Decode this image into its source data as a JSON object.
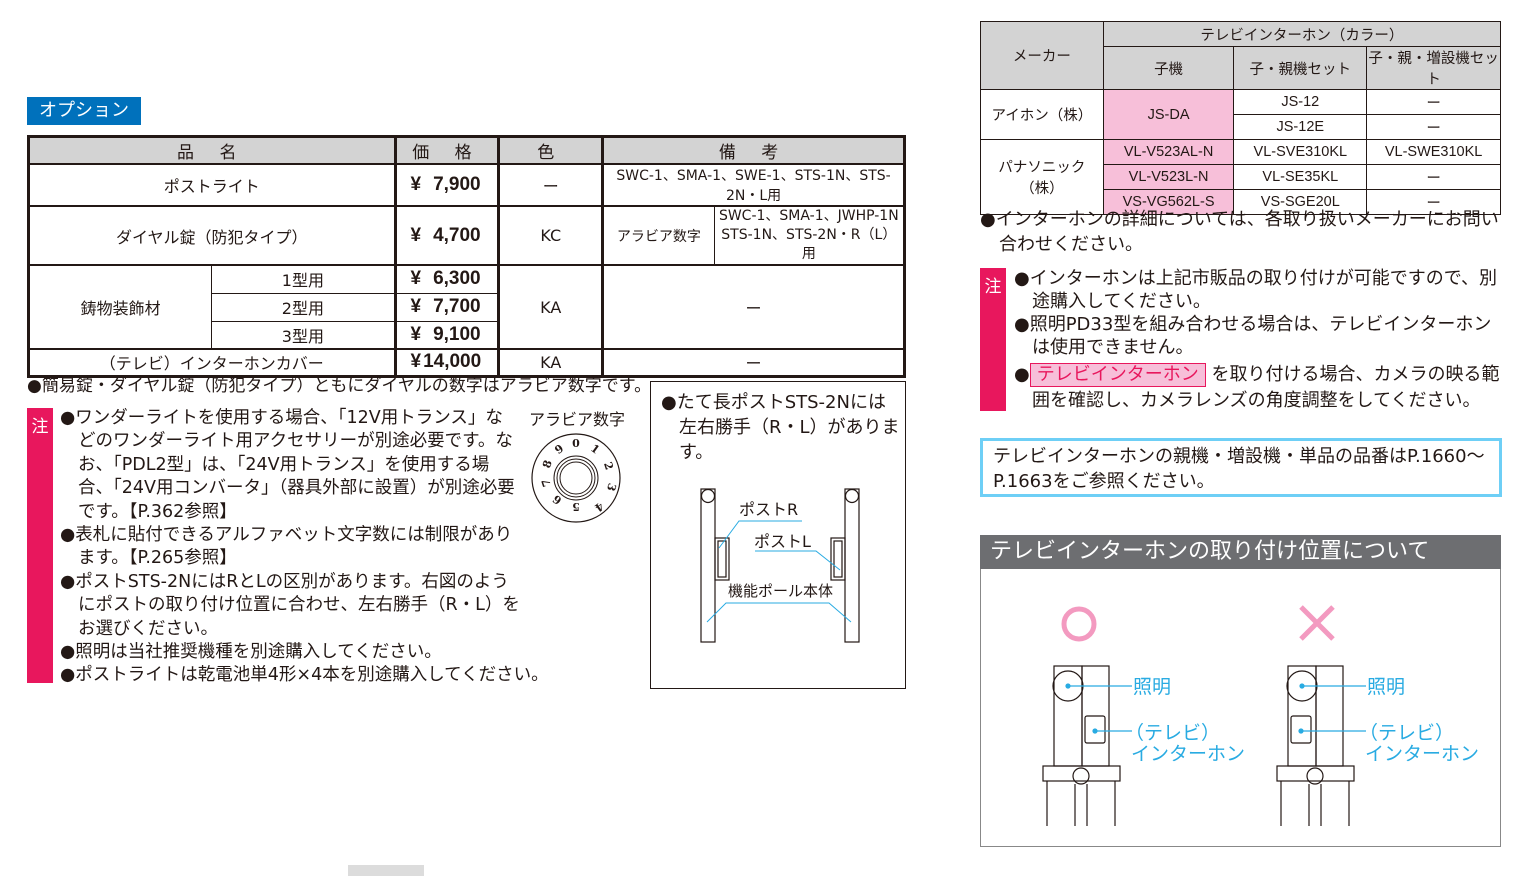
{
  "options": {
    "badge": "オプション",
    "table": {
      "headers": {
        "name": "品 名",
        "price": "価 格",
        "color": "色",
        "remarks": "備 考"
      },
      "rows": [
        {
          "name": "ポストライト",
          "yen": "¥",
          "price": "7,900",
          "color": "ー",
          "remarks": "SWC-1、SMA-1、SWE-1、STS-1N、STS-2N・L用"
        },
        {
          "name": "ダイヤル錠（防犯タイプ）",
          "yen": "¥",
          "price": "4,700",
          "color": "KC",
          "remarks_label": "アラビア数字",
          "remarks_line1": "SWC-1、SMA-1、JWHP-1N",
          "remarks_line2": "STS-1N、STS-2N・R（L）用"
        },
        {
          "name": "鋳物装飾材",
          "variants": [
            {
              "type": "1型用",
              "yen": "¥",
              "price": "6,300"
            },
            {
              "type": "2型用",
              "yen": "¥",
              "price": "7,700"
            },
            {
              "type": "3型用",
              "yen": "¥",
              "price": "9,100"
            }
          ],
          "color": "KA",
          "remarks": "ー"
        },
        {
          "name": "（テレビ）インターホンカバー",
          "yen": "¥",
          "price": "14,000",
          "color": "KA",
          "remarks": "ー"
        }
      ]
    },
    "bullet": "●簡易錠・ダイヤル錠（防犯タイプ）ともにダイヤルの数字はアラビア数字です。",
    "note_label": "注",
    "notes": [
      "●ワンダーライトを使用する場合、「12V用トランス」などのワンダーライト用アクセサリーが別途必要です。なお、「PDL2型」は、「24V用トランス」を使用する場合、「24V用コンバータ」（器具外部に設置）が別途必要です。【P.362参照】",
      "●表札に貼付できるアルファベット文字数には制限があります。【P.265参照】",
      "●ポストSTS-2NにはRとLの区別があります。右図のようにポストの取り付け位置に合わせ、左右勝手（R・L）をお選びください。",
      "●照明は当社推奨機種を別途購入してください。",
      "●ポストライトは乾電池単4形×4本を別途購入してください。"
    ],
    "dial": {
      "label": "アラビア数字",
      "digits": [
        "0",
        "1",
        "2",
        "3",
        "4",
        "5",
        "6",
        "7",
        "8",
        "9"
      ]
    },
    "post_diagram": {
      "caption_line1": "●たて長ポストSTS-2Nには",
      "caption_line2": "左右勝手（R・L）があります。",
      "label_r": "ポストR",
      "label_l": "ポストL",
      "label_pole": "機能ポール本体"
    }
  },
  "intercom": {
    "table": {
      "header_maker": "メーカー",
      "header_group": "テレビインターホン（カラー）",
      "subheaders": [
        "子機",
        "子・親機セット",
        "子・親・増設機セット"
      ],
      "makers": [
        {
          "name": "アイホン（株）",
          "handset": "JS-DA",
          "rows": [
            {
              "set": "JS-12",
              "ext": "ー"
            },
            {
              "set": "JS-12E",
              "ext": "ー"
            }
          ]
        },
        {
          "name": "パナソニック（株）",
          "rows": [
            {
              "handset": "VL-V523AL-N",
              "set": "VL-SVE310KL",
              "ext": "VL-SWE310KL"
            },
            {
              "handset": "VL-V523L-N",
              "set": "VL-SE35KL",
              "ext": "ー"
            },
            {
              "handset": "VS-VG562L-S",
              "set": "VS-SGE20L",
              "ext": "ー"
            }
          ]
        }
      ]
    },
    "bullet": "●インターホンの詳細については、各取り扱いメーカーにお問い合わせください。",
    "note_label": "注",
    "notes": [
      "●インターホンは上記市販品の取り付けが可能ですので、別途購入してください。",
      "●照明PD33型を組み合わせる場合は、テレビインターホンは使用できません。"
    ],
    "note3_prefix": "●",
    "note3_tag": "テレビインターホン",
    "note3_text": "を取り付ける場合、カメラの映る範囲を確認し、カメラレンズの角度調整をしてください。",
    "ref": "テレビインターホンの親機・増設機・単品の品番はP.1660～P.1663をご参照ください。",
    "section_title": "テレビインターホンの取り付け位置について",
    "good": {
      "mark": "○",
      "light_label": "照明",
      "intercom_label1": "（テレビ）",
      "intercom_label2": "インターホン"
    },
    "bad": {
      "mark": "×",
      "light_label": "照明",
      "intercom_label1": "（テレビ）",
      "intercom_label2": "インターホン"
    }
  },
  "colors": {
    "badge_blue": "#0071bc",
    "note_red": "#e8175d",
    "pink_fill": "#f7bfd9",
    "cyan_line": "#29abe2",
    "ref_border": "#6ecff6",
    "section_gray": "#6d6e71",
    "mark_pink": "#f39ac0"
  }
}
